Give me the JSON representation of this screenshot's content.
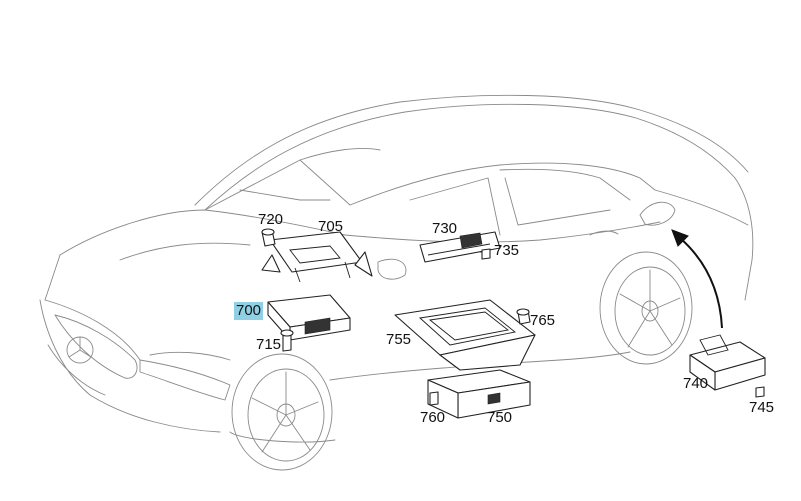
{
  "callouts": {
    "c700": "700",
    "c705": "705",
    "c715": "715",
    "c720": "720",
    "c730": "730",
    "c735": "735",
    "c740": "740",
    "c745": "745",
    "c750": "750",
    "c755": "755",
    "c760": "760",
    "c765": "765"
  },
  "highlight_color": "#8fd0e4"
}
